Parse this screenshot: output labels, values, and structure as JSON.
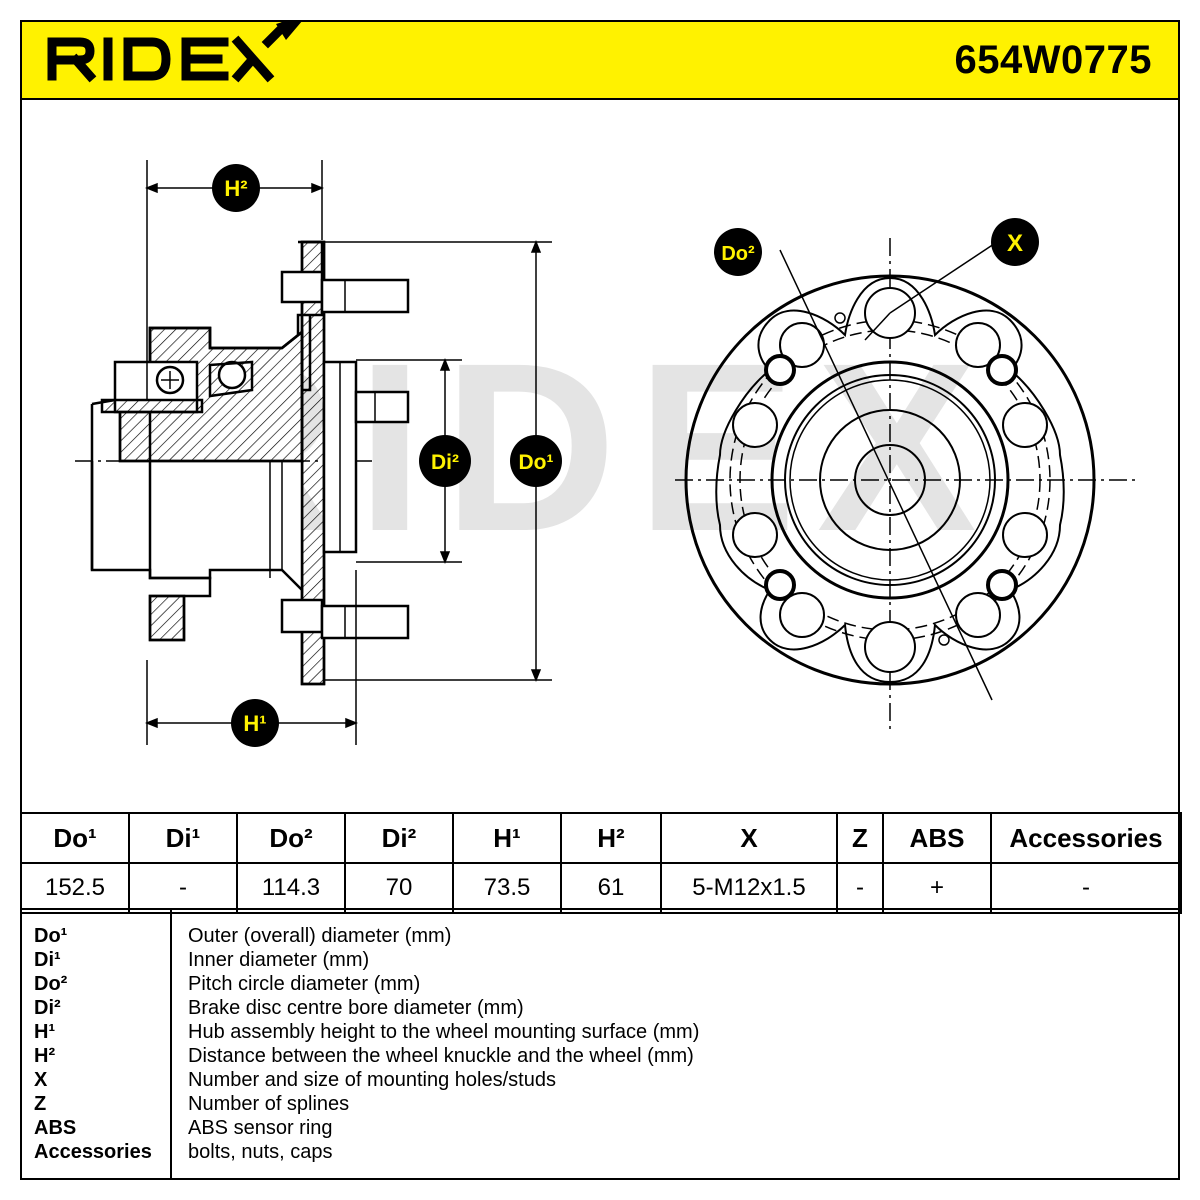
{
  "header": {
    "brand": "RIDEX",
    "part_number": "654W0775",
    "colors": {
      "brand_yellow": "#fff200"
    }
  },
  "drawing": {
    "watermark": "RIDEX",
    "side_view_labels": {
      "h2": "H²",
      "h1": "H¹",
      "di2": "Di²",
      "do1": "Do¹"
    },
    "front_view_labels": {
      "do2": "Do²",
      "x": "X"
    }
  },
  "spec_table": {
    "headers": [
      "Do¹",
      "Di¹",
      "Do²",
      "Di²",
      "H¹",
      "H²",
      "X",
      "Z",
      "ABS",
      "Accessories"
    ],
    "values": [
      "152.5",
      "-",
      "114.3",
      "70",
      "73.5",
      "61",
      "5-M12x1.5",
      "-",
      "+",
      "-"
    ]
  },
  "legend": [
    {
      "abbr": "Do¹",
      "desc": "Outer (overall) diameter (mm)"
    },
    {
      "abbr": "Di¹",
      "desc": "Inner diameter (mm)"
    },
    {
      "abbr": "Do²",
      "desc": "Pitch circle diameter (mm)"
    },
    {
      "abbr": "Di²",
      "desc": "Brake disc centre bore diameter (mm)"
    },
    {
      "abbr": "H¹",
      "desc": "Hub assembly height to the wheel mounting surface (mm)"
    },
    {
      "abbr": "H²",
      "desc": "Distance between the wheel knuckle and the wheel (mm)"
    },
    {
      "abbr": "X",
      "desc": "Number and size of mounting holes/studs"
    },
    {
      "abbr": "Z",
      "desc": "Number of splines"
    },
    {
      "abbr": "ABS",
      "desc": "ABS sensor ring"
    },
    {
      "abbr": "Accessories",
      "desc": "bolts, nuts, caps"
    }
  ]
}
